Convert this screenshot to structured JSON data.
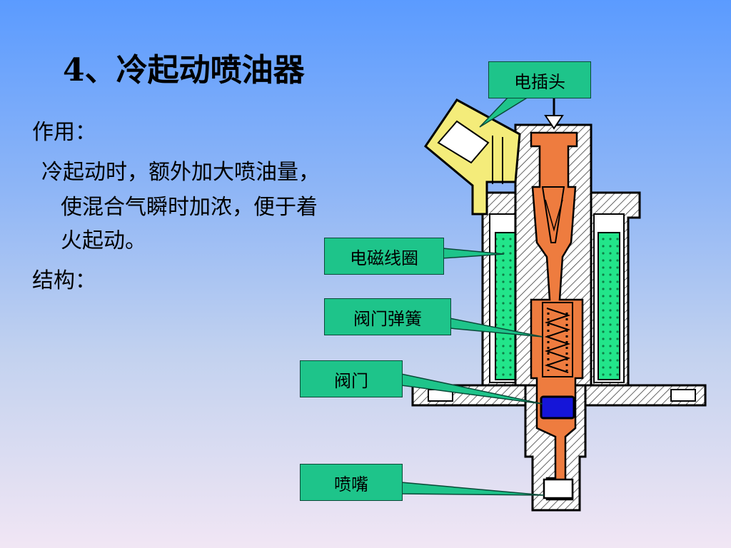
{
  "title": "4、冷起动喷油器",
  "function_heading": "作用：",
  "function_lines": [
    "冷起动时，额外加大喷油量，",
    "使混合气瞬时加浓，便于着",
    "火起动。"
  ],
  "structure_heading": "结构：",
  "labels": {
    "connector": "电插头",
    "coil": "电磁线圈",
    "spring": "阀门弹簧",
    "valve": "阀门",
    "nozzle": "喷嘴"
  },
  "colors": {
    "label_bg": "#1ec48a",
    "body": "#ee7c3f",
    "coil": "#22e58a",
    "connector": "#f4ec7a",
    "valve": "#1515d8"
  }
}
